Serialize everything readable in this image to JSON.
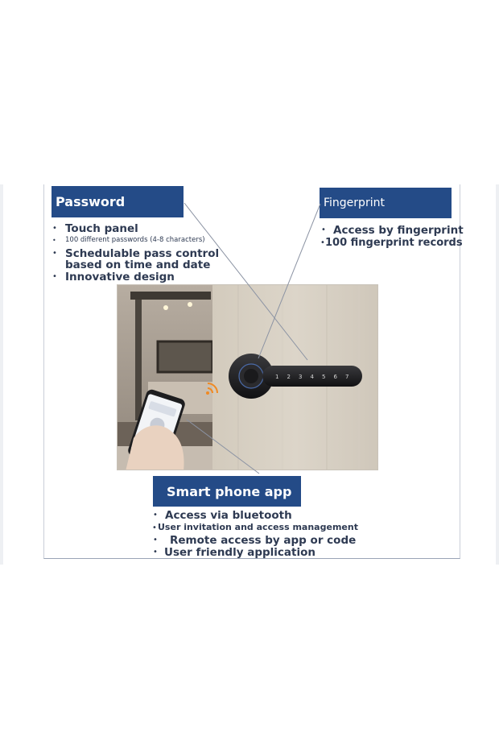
{
  "password": {
    "heading": "Password",
    "items": [
      "Touch panel",
      "100 different passwords (4-8 characters)",
      "Schedulable pass control",
      "based on time and date",
      "Innovative design"
    ]
  },
  "fingerprint": {
    "heading": "Fingerprint",
    "items": [
      "Access by fingerprint",
      "100 fingerprint records"
    ]
  },
  "app": {
    "heading": "Smart phone app",
    "items": [
      "Access via bluetooth",
      "User invitation and access management",
      "Remote access by app or code",
      "User friendly application"
    ]
  },
  "keypad": {
    "digits": [
      "1",
      "2",
      "3",
      "4",
      "5",
      "6",
      "7"
    ]
  },
  "bullet_char": "•",
  "colors": {
    "header_bg": "#244b87",
    "header_text": "#ffffff",
    "body_text": "#2e3a52",
    "door": "#d9d2c6",
    "handle": "#1c1c1e"
  }
}
